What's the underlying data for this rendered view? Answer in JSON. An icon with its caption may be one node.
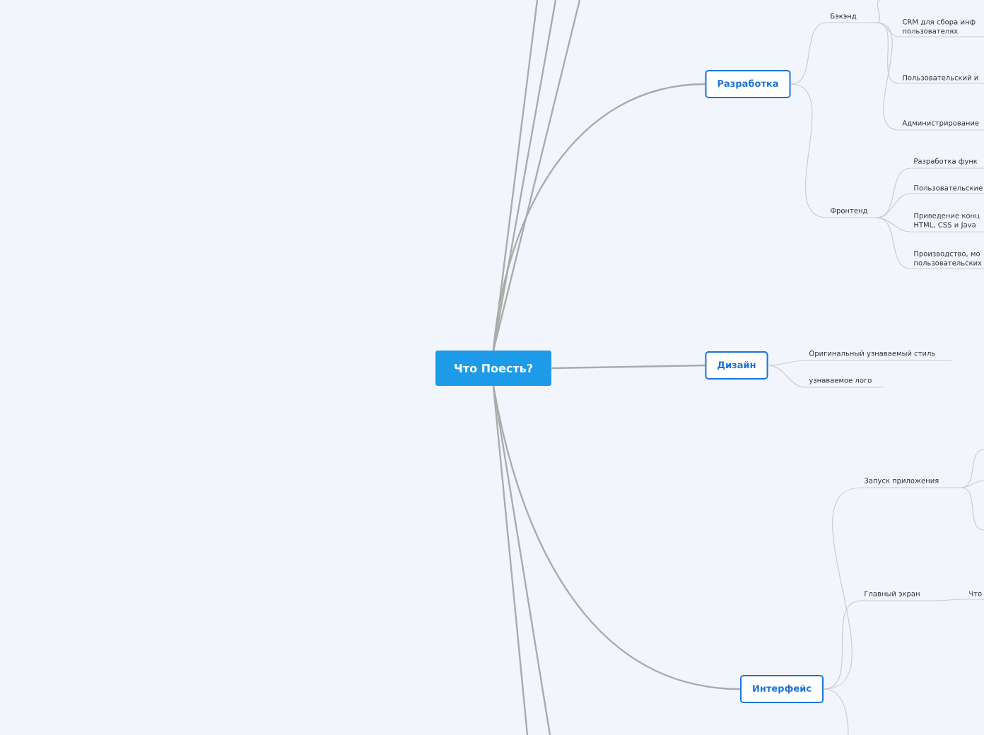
{
  "diagram": {
    "nodes": [
      {
        "text": [
          "Что Поесть?"
        ]
      },
      {
        "text": [
          "Разработка"
        ]
      },
      {
        "text": [
          "Бэкэнд"
        ]
      },
      {
        "text": [
          "CRM для сбора инф пользователях"
        ]
      },
      {
        "text": [
          "Пользовательский и"
        ]
      },
      {
        "text": [
          "Администрирование"
        ]
      },
      {
        "text": [
          "Фронтенд"
        ]
      },
      {
        "text": [
          "Разработка функ"
        ]
      },
      {
        "text": [
          "Пользовательские"
        ]
      },
      {
        "text": [
          "Приведение конц HTML, CSS и Java"
        ]
      },
      {
        "text": [
          "Производство, мо пользовательских"
        ]
      },
      {
        "text": [
          "Дизайн"
        ]
      },
      {
        "text": [
          "Оригинальный узнаваемый стиль"
        ]
      },
      {
        "text": [
          "узнаваемое лого"
        ]
      },
      {
        "text": [
          "Интерфейс"
        ]
      },
      {
        "text": [
          "Запуск приложения"
        ]
      },
      {
        "text": [
          "Главный экран"
        ]
      },
      {
        "text": [
          "Что"
        ]
      }
    ],
    "edges": [
      {
        "from": 0,
        "to": null,
        "arrow": "none"
      },
      {
        "from": 0,
        "to": null,
        "arrow": "none"
      },
      {
        "from": 0,
        "to": null,
        "arrow": "none"
      },
      {
        "from": 0,
        "to": 1,
        "arrow": "none"
      },
      {
        "from": 1,
        "to": 2,
        "arrow": "none"
      },
      {
        "from": 2,
        "to": null,
        "arrow": "none"
      },
      {
        "from": 2,
        "to": 3,
        "arrow": "none"
      },
      {
        "from": 2,
        "to": 4,
        "arrow": "none"
      },
      {
        "from": 2,
        "to": 5,
        "arrow": "none"
      },
      {
        "from": 1,
        "to": 6,
        "arrow": "none"
      },
      {
        "from": 6,
        "to": 7,
        "arrow": "none"
      },
      {
        "from": 6,
        "to": 8,
        "arrow": "none"
      },
      {
        "from": 6,
        "to": 9,
        "arrow": "none"
      },
      {
        "from": 6,
        "to": 10,
        "arrow": "none"
      },
      {
        "from": 0,
        "to": 11,
        "arrow": "none"
      },
      {
        "from": 11,
        "to": 12,
        "arrow": "none"
      },
      {
        "from": 11,
        "to": 13,
        "arrow": "none"
      },
      {
        "from": 0,
        "to": 14,
        "arrow": "none"
      },
      {
        "from": 14,
        "to": 15,
        "arrow": "none"
      },
      {
        "from": 15,
        "to": null,
        "arrow": "none"
      },
      {
        "from": 15,
        "to": null,
        "arrow": "none"
      },
      {
        "from": 15,
        "to": null,
        "arrow": "none"
      },
      {
        "from": 14,
        "to": 16,
        "arrow": "none"
      },
      {
        "from": 16,
        "to": 17,
        "arrow": "none"
      },
      {
        "from": 14,
        "to": null,
        "arrow": "none"
      },
      {
        "from": 0,
        "to": null,
        "arrow": "none"
      },
      {
        "from": 0,
        "to": null,
        "arrow": "none"
      }
    ]
  }
}
